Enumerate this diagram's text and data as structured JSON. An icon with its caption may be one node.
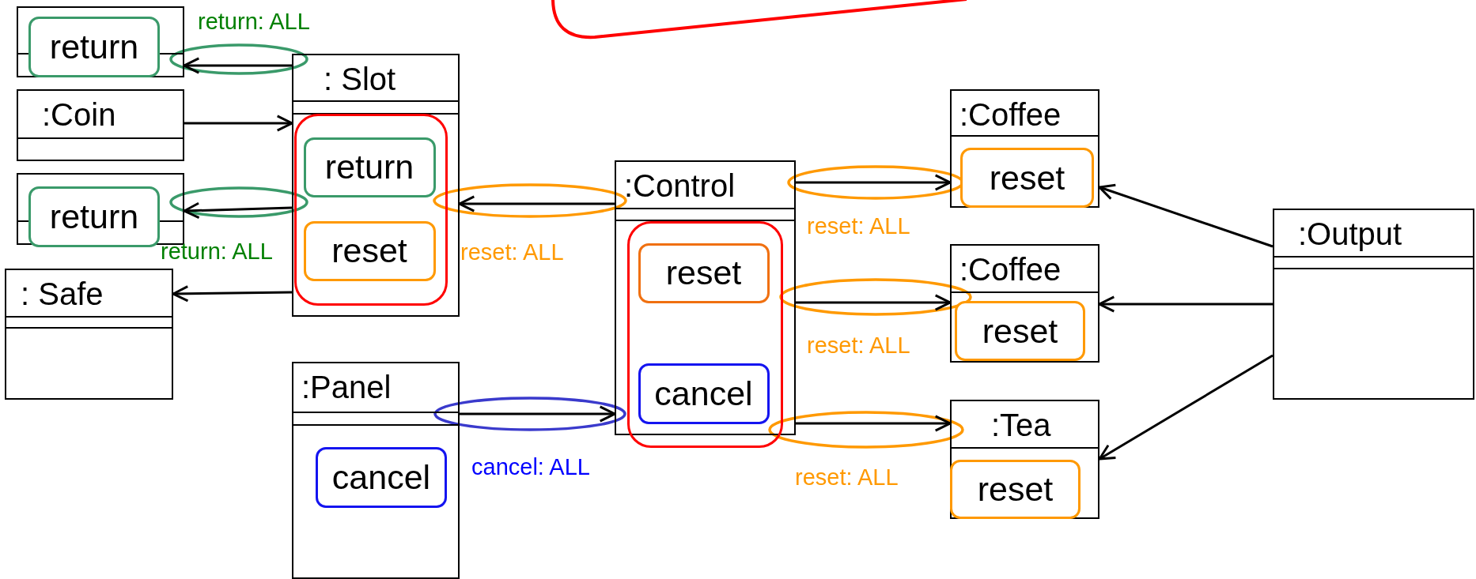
{
  "diagram": {
    "nodes": [
      {
        "text": [],
        "shape": "box"
      },
      {
        "text": [
          "return"
        ],
        "in": 0
      },
      {
        "text": [
          ":Coin"
        ]
      },
      {
        "text": [],
        "shape": "box"
      },
      {
        "text": [
          "return"
        ],
        "in": 3
      },
      {
        "text": [
          ": Safe"
        ]
      },
      {
        "text": [
          ": Slot"
        ]
      },
      {
        "text": [],
        "shape": "box",
        "in": 6
      },
      {
        "text": [
          "return"
        ],
        "in": 7
      },
      {
        "text": [
          "reset"
        ],
        "in": 7
      },
      {
        "text": [
          ":Panel"
        ]
      },
      {
        "text": [
          "cancel"
        ],
        "in": 10
      },
      {
        "text": [
          ":Control"
        ]
      },
      {
        "text": [],
        "shape": "box",
        "in": 12
      },
      {
        "text": [
          "reset"
        ],
        "in": 13
      },
      {
        "text": [
          "cancel"
        ],
        "in": 13
      },
      {
        "text": [
          ":Coffee"
        ]
      },
      {
        "text": [
          "reset"
        ],
        "in": 16
      },
      {
        "text": [
          ":Coffee"
        ]
      },
      {
        "text": [
          "reset"
        ],
        "in": 18
      },
      {
        "text": [
          ":Tea"
        ]
      },
      {
        "text": [
          "reset"
        ],
        "in": 20
      },
      {
        "text": [
          ":Output"
        ]
      }
    ],
    "edges": [
      {
        "from": 6,
        "to": 0,
        "arrow": "to",
        "label": "return: ALL"
      },
      {
        "from": 2,
        "to": 6,
        "arrow": "to"
      },
      {
        "from": 6,
        "to": 3,
        "arrow": "to",
        "label": "return: ALL"
      },
      {
        "from": 6,
        "to": 5,
        "arrow": "to"
      },
      {
        "from": 12,
        "to": 6,
        "arrow": "to",
        "label": "reset: ALL"
      },
      {
        "from": 10,
        "to": 12,
        "arrow": "to",
        "label": "cancel: ALL"
      },
      {
        "from": 12,
        "to": 16,
        "arrow": "to",
        "label": "reset: ALL"
      },
      {
        "from": 12,
        "to": 18,
        "arrow": "to",
        "label": "reset: ALL"
      },
      {
        "from": 12,
        "to": 20,
        "arrow": "to",
        "label": "reset: ALL"
      },
      {
        "from": 22,
        "to": 16,
        "arrow": "to"
      },
      {
        "from": 22,
        "to": 18,
        "arrow": "to"
      },
      {
        "from": 22,
        "to": 20,
        "arrow": "to"
      }
    ]
  }
}
